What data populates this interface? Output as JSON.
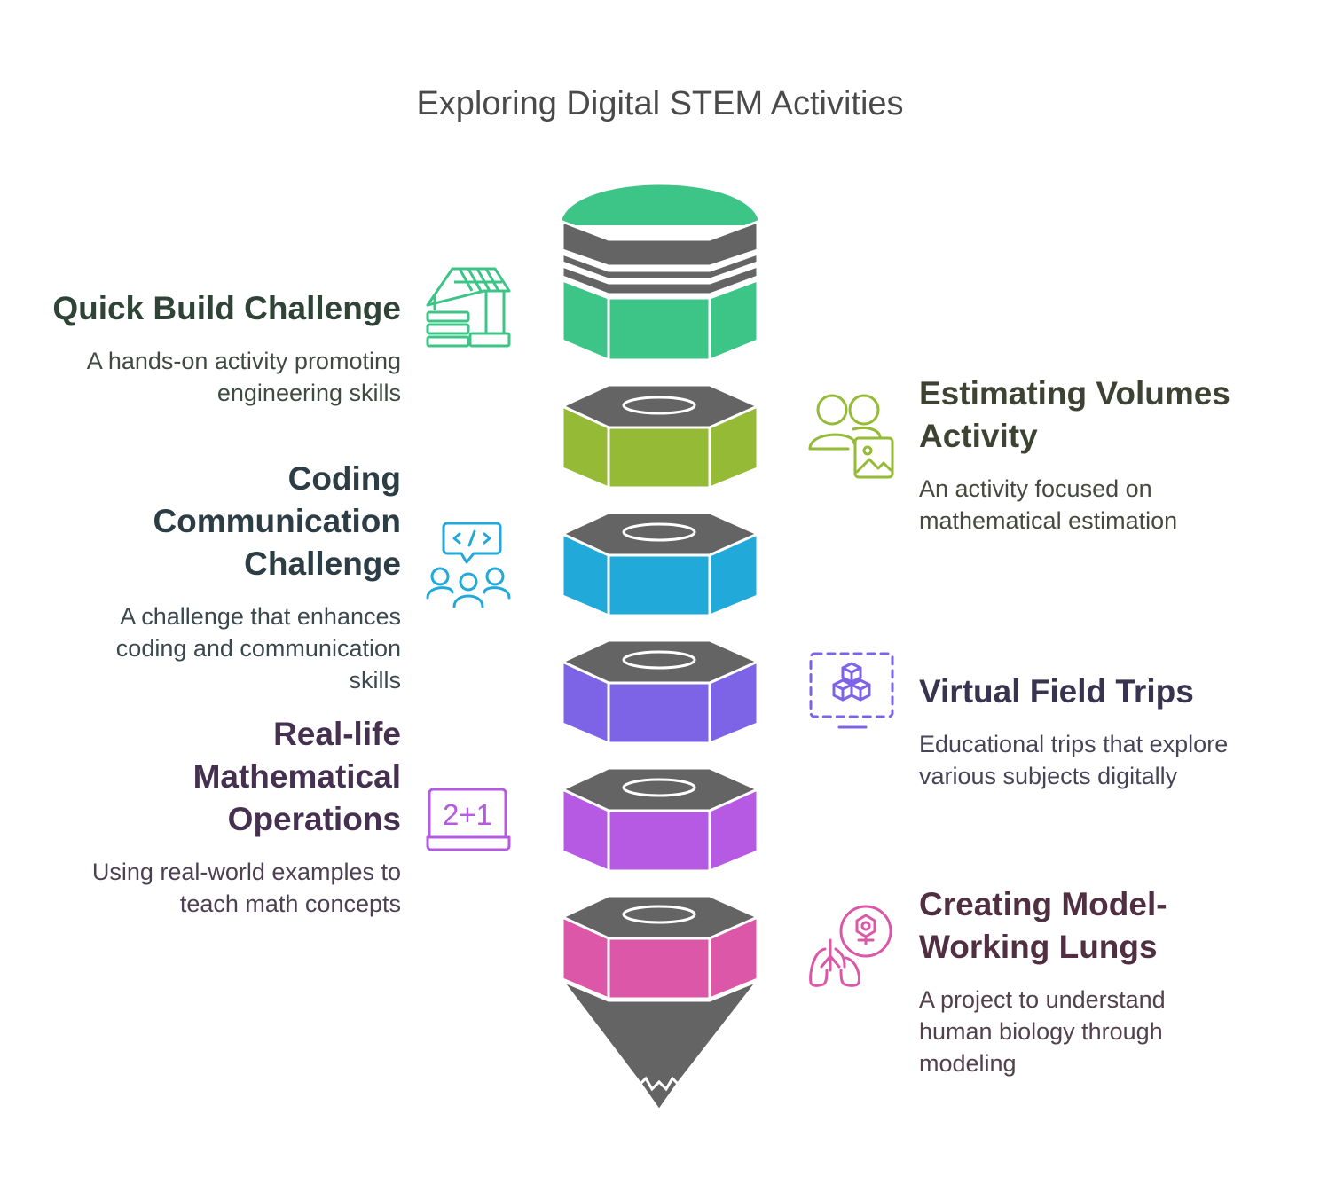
{
  "title": "Exploring Digital STEM Activities",
  "colors": {
    "green": "#3dc487",
    "olive": "#95ba35",
    "blue": "#21a9d9",
    "indigo": "#7d64e6",
    "purple": "#b659e3",
    "pink": "#dc57a8",
    "gray": "#646464"
  },
  "items": {
    "quick_build": {
      "heading": "Quick Build Challenge",
      "description": [
        "A hands-on activity promoting",
        "engineering skills"
      ],
      "icon": "house-construction-icon"
    },
    "estimating": {
      "heading": [
        "Estimating Volumes",
        "Activity"
      ],
      "description": [
        "An activity focused on",
        "mathematical estimation"
      ],
      "icon": "users-image-icon"
    },
    "coding": {
      "heading": [
        "Coding",
        "Communication",
        "Challenge"
      ],
      "description": [
        "A challenge that enhances",
        "coding and communication",
        "skills"
      ],
      "icon": "code-team-icon"
    },
    "virtual": {
      "heading": "Virtual Field Trips",
      "description": [
        "Educational trips that explore",
        "various subjects digitally"
      ],
      "icon": "cubes-vr-icon"
    },
    "real_life": {
      "heading": [
        "Real-life",
        "Mathematical",
        "Operations"
      ],
      "description": [
        "Using real-world examples to",
        "teach math concepts"
      ],
      "icon": "laptop-math-icon",
      "icon_text": "2+1"
    },
    "lungs": {
      "heading": [
        "Creating Model-",
        "Working Lungs"
      ],
      "description": [
        "A project to understand",
        "human biology through",
        "modeling"
      ],
      "icon": "lungs-icon"
    }
  }
}
